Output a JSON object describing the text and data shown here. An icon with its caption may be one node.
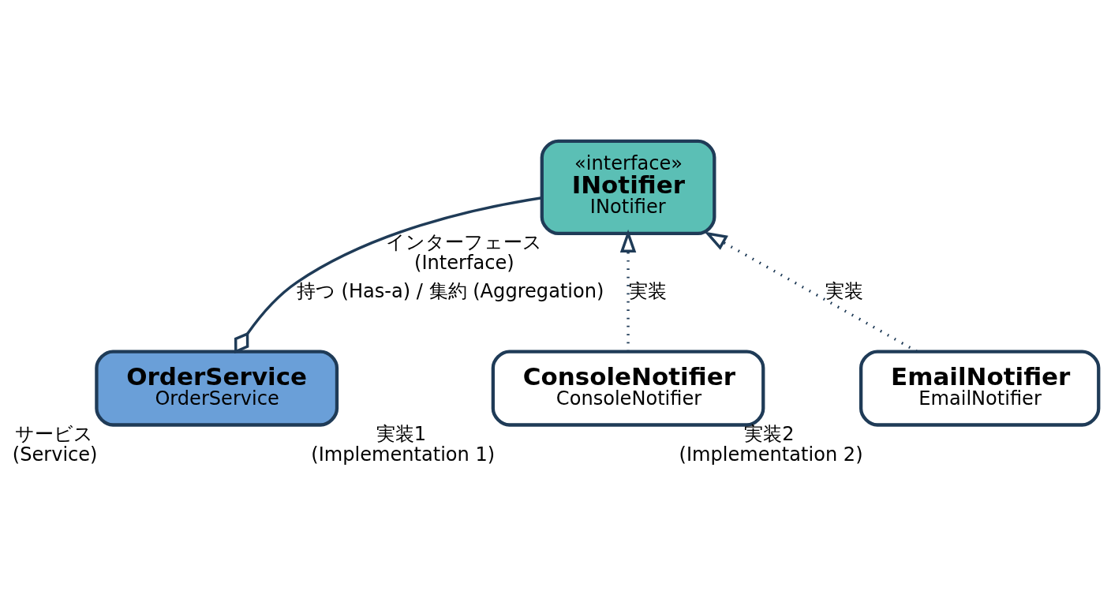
{
  "diagram": {
    "nodes": [
      {
        "text": [
          "«interface»",
          "INotifier",
          "INotifier"
        ],
        "beside": [
          "インターフェース",
          "(Interface)"
        ]
      },
      {
        "text": [
          "OrderService",
          "OrderService"
        ],
        "beside": [
          "サービス",
          "(Service)"
        ]
      },
      {
        "text": [
          "ConsoleNotifier",
          "ConsoleNotifier"
        ],
        "beside": [
          "実装1",
          "(Implementation 1)"
        ]
      },
      {
        "text": [
          "EmailNotifier",
          "EmailNotifier"
        ],
        "beside": [
          "実装2",
          "(Implementation 2)"
        ]
      }
    ],
    "edges": [
      {
        "from": 1,
        "to": 0,
        "arrow": "other",
        "label": "持つ (Has-a) / 集約 (Aggregation)"
      },
      {
        "from": 2,
        "to": 0,
        "arrow": "to",
        "style": "dashed",
        "label": "実装"
      },
      {
        "from": 3,
        "to": 0,
        "arrow": "to",
        "style": "dashed",
        "label": "実装"
      }
    ]
  }
}
